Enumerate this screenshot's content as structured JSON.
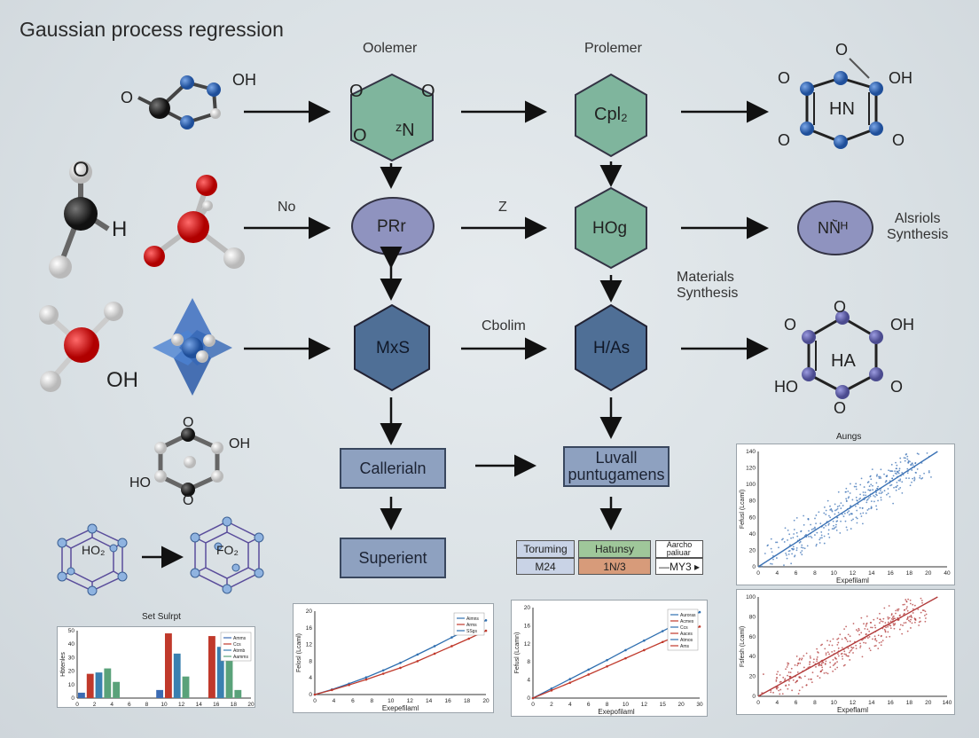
{
  "title": "Gaussian process regression",
  "headers": {
    "left": "Oolemer",
    "right": "Prolemer"
  },
  "edge_labels": {
    "no": "No",
    "z": "Z",
    "cbolim": "Cbolim"
  },
  "side_labels": {
    "alsriols": "Alsriols\nSynthesis",
    "materials": "Materials\nSynthesis"
  },
  "nodes": {
    "top_left_hex": {
      "o1": "O",
      "o2": "O",
      "o3": "O",
      "n": "ᶻN"
    },
    "cpl": "Cpl₂",
    "prr": "PRr",
    "hog": "HOg",
    "nnh": "NN᷅ᴴ",
    "mxs": "MxS",
    "hias": "H/As",
    "callerialn": "Callerialn",
    "luvall": "Luvall\npuntugamens",
    "superient": "Superient"
  },
  "molecules": {
    "m1": {
      "o": "O",
      "oh": "OH"
    },
    "m2": {
      "o": "O",
      "h": "H"
    },
    "m3": {
      "oh": "OH"
    },
    "m4": {
      "o": "O",
      "oh": "OH",
      "ho": "HO",
      "o2": "O"
    },
    "cage1": "HO₂",
    "cage2": "FO₂",
    "ring1": {
      "o1": "O",
      "oh": "OH",
      "o2": "O",
      "o3": "O",
      "o4": "O",
      "hn": "HN"
    },
    "ring2": {
      "o1": "O",
      "oh": "OH",
      "ho": "HO",
      "o2": "O",
      "o3": "O",
      "ha": "HA"
    }
  },
  "table": {
    "headers": [
      "Toruming",
      "Hatunsy",
      "Aarcho\npaliuar"
    ],
    "values": [
      "M24",
      "1N/3",
      "—MY3 ▸"
    ],
    "colors": [
      "#c9d3e6",
      "#9fc79a",
      "#ffffff"
    ],
    "value_colors": [
      "#c9d3e6",
      "#d79b7a",
      "#ffffff"
    ]
  },
  "colors": {
    "hex_green": "#7fb59d",
    "hex_blue": "#4f6f96",
    "ellipse": "#8f93bf",
    "box_fill": "#8ea1c0",
    "blue_series": "#2f6fb0",
    "red_series": "#c0392b"
  },
  "chart_data": [
    {
      "type": "bar",
      "title": "Set Sulrpt",
      "xlabel": "",
      "ylabel": "Hbtenles",
      "categories": [
        "1",
        "2",
        "3",
        "4",
        "5",
        "6",
        "7",
        "8",
        "9",
        "10",
        "11",
        "12",
        "13",
        "14",
        "15",
        "16",
        "17",
        "18",
        "19",
        "20"
      ],
      "series": [
        {
          "name": "",
          "color": "#3b6bb3",
          "values": [
            4,
            0,
            0,
            0,
            0,
            0,
            0,
            0,
            0,
            6,
            0,
            0,
            0,
            0,
            0,
            0,
            0,
            0,
            0,
            0
          ]
        },
        {
          "name": "",
          "color": "#c0392b",
          "values": [
            0,
            18,
            0,
            0,
            0,
            0,
            0,
            0,
            0,
            0,
            48,
            0,
            0,
            0,
            0,
            46,
            0,
            0,
            0,
            0
          ]
        },
        {
          "name": "",
          "color": "#3a80b0",
          "values": [
            0,
            0,
            19,
            0,
            0,
            0,
            0,
            0,
            0,
            0,
            0,
            33,
            0,
            0,
            0,
            0,
            38,
            0,
            0,
            0
          ]
        },
        {
          "name": "",
          "color": "#5aa27a",
          "values": [
            0,
            0,
            0,
            22,
            12,
            0,
            0,
            0,
            0,
            0,
            0,
            0,
            16,
            0,
            0,
            0,
            0,
            38,
            6,
            0
          ]
        }
      ],
      "legend": [
        "Amms",
        "Ccs",
        "Atrmb",
        "Aamms"
      ],
      "xticks": [
        "0",
        "2",
        "4",
        "6",
        "8",
        "10",
        "12",
        "14",
        "16",
        "18",
        "20"
      ],
      "yticks": [
        "0",
        "10",
        "20",
        "30",
        "40",
        "50"
      ],
      "ylim": [
        0,
        50
      ]
    },
    {
      "type": "line",
      "title": "",
      "xlabel": "Exepefilaml",
      "ylabel": "Felosl (Lcaml)",
      "x": [
        0,
        2,
        4,
        6,
        8,
        10,
        12,
        14,
        16,
        18,
        20
      ],
      "series": [
        {
          "name": "",
          "color": "#2f6fb0",
          "values": [
            0,
            1.2,
            2.6,
            4.1,
            5.8,
            7.6,
            9.6,
            11.6,
            13.7,
            15.8,
            17.8
          ]
        },
        {
          "name": "",
          "color": "#c0392b",
          "values": [
            0,
            1.1,
            2.3,
            3.6,
            5.0,
            6.4,
            8.0,
            9.8,
            11.6,
            13.4,
            15.3
          ]
        }
      ],
      "legend": [
        "Aimns",
        "Arms",
        "SSgs"
      ],
      "xticks": [
        "0",
        "4",
        "6",
        "8",
        "10",
        "12",
        "14",
        "16",
        "18",
        "20"
      ],
      "yticks": [
        "0",
        "4",
        "8",
        "12",
        "16",
        "20"
      ],
      "ylim": [
        0,
        20
      ]
    },
    {
      "type": "line",
      "title": "",
      "xlabel": "Exepofilaml",
      "ylabel": "Fefusl (Lcamn)",
      "x": [
        0,
        2,
        4,
        6,
        8,
        10,
        12,
        14,
        16,
        18
      ],
      "series": [
        {
          "name": "",
          "color": "#2f6fb0",
          "values": [
            0,
            2.1,
            4.2,
            6.3,
            8.4,
            10.6,
            12.7,
            14.8,
            16.9,
            19.0
          ]
        },
        {
          "name": "",
          "color": "#c0392b",
          "values": [
            0,
            1.7,
            3.4,
            5.2,
            7.0,
            8.8,
            10.6,
            12.4,
            14.1,
            15.8
          ]
        }
      ],
      "legend": [
        "Auroras",
        "Acmes",
        "Ccs",
        "Aaces",
        "Atmos",
        "Ams"
      ],
      "xticks": [
        "0",
        "2",
        "4",
        "6",
        "8",
        "10",
        "12",
        "15",
        "20",
        "30"
      ],
      "yticks": [
        "0",
        "4",
        "8",
        "12",
        "16",
        "20"
      ],
      "ylim": [
        0,
        20
      ]
    },
    {
      "type": "scatter",
      "title": "Aungs",
      "xlabel": "Expefilaml",
      "ylabel": "Fefusl (Lcaml)",
      "color": "#3b72b5",
      "fit": [
        [
          0,
          0
        ],
        [
          38,
          150
        ]
      ],
      "xticks": [
        "0",
        "4",
        "6",
        "8",
        "10",
        "12",
        "14",
        "16",
        "18",
        "20",
        "40"
      ],
      "yticks": [
        "0",
        "20",
        "40",
        "60",
        "80",
        "100",
        "120",
        "140"
      ],
      "xlim": [
        0,
        40
      ],
      "ylim": [
        0,
        150
      ]
    },
    {
      "type": "scatter",
      "title": "",
      "xlabel": "Expeflaml",
      "ylabel": "Fsfesh (Lcaml)",
      "color": "#b23a3a",
      "fit": [
        [
          0,
          0
        ],
        [
          38,
          100
        ]
      ],
      "xticks": [
        "0",
        "4",
        "6",
        "8",
        "10",
        "12",
        "14",
        "16",
        "18",
        "20",
        "140"
      ],
      "yticks": [
        "0",
        "20",
        "40",
        "60",
        "80",
        "100"
      ],
      "xlim": [
        0,
        40
      ],
      "ylim": [
        0,
        100
      ]
    }
  ]
}
